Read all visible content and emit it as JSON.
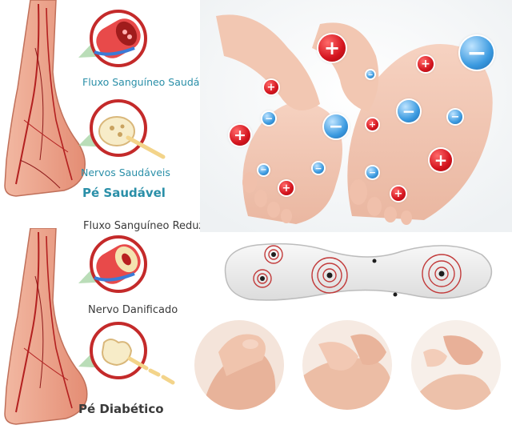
{
  "healthy": {
    "blood_flow_label": "Fluxo Sanguíneo Saudável",
    "nerves_label": "Nervos Saudáveis",
    "foot_label": "Pé Saudável"
  },
  "diabetic": {
    "blood_flow_label": "Fluxo Sanguíneo Reduzido",
    "nerve_label": "Nervo Danificado",
    "foot_label": "Pé Diabético"
  },
  "colors": {
    "teal": "#2a8fa8",
    "dark_text": "#3a3a3a",
    "skin": "#e8a08a",
    "vessel_red": "#c42a2a",
    "plus_red": "#d4141e",
    "minus_blue": "#3b9ae0"
  },
  "icons": {
    "plus": "+",
    "minus": "−"
  }
}
